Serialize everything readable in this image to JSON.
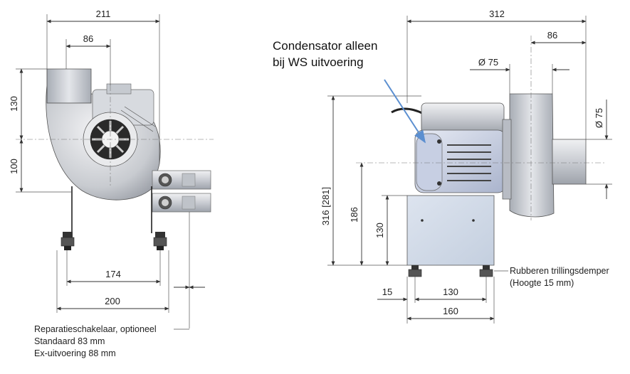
{
  "front_view": {
    "dims": {
      "width_total": "211",
      "outlet": "86",
      "upper_height": "130",
      "lower_height": "100",
      "feet_spacing": "174",
      "base_width": "200"
    },
    "note": {
      "line1": "Reparatieschakelaar, optioneel",
      "line2": "Standaard 83 mm",
      "line3": "Ex-uitvoering 88 mm"
    }
  },
  "side_view": {
    "dims": {
      "width_total": "312",
      "inlet_offset": "86",
      "diameter_top": "Ø 75",
      "diameter_side": "Ø 75",
      "height_total": "316 [281]",
      "axis_height": "186",
      "base_height": "130",
      "foot_offset": "15",
      "feet_spacing": "130",
      "base_width": "160"
    },
    "callout": {
      "line1": "Condensator alleen",
      "line2": "bij WS uitvoering"
    },
    "damper": {
      "line1": "Rubberen trillingsdemper",
      "line2": "(Hoogte 15 mm)"
    }
  }
}
